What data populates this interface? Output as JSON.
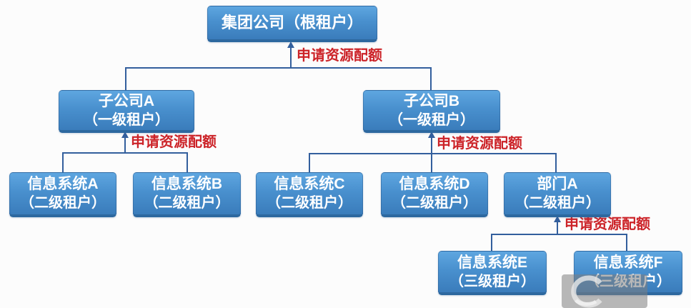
{
  "diagram": {
    "nodes": [
      {
        "id": "root",
        "line1": "集团公司（根租户）",
        "line2": ""
      },
      {
        "id": "subA",
        "line1": "子公司A",
        "line2": "（一级租户）"
      },
      {
        "id": "subB",
        "line1": "子公司B",
        "line2": "（一级租户）"
      },
      {
        "id": "sysA",
        "line1": "信息系统A",
        "line2": "（二级租户）"
      },
      {
        "id": "sysB",
        "line1": "信息系统B",
        "line2": "（二级租户）"
      },
      {
        "id": "sysC",
        "line1": "信息系统C",
        "line2": "（二级租户）"
      },
      {
        "id": "sysD",
        "line1": "信息系统D",
        "line2": "（二级租户）"
      },
      {
        "id": "deptA",
        "line1": "部门A",
        "line2": "（二级租户）"
      },
      {
        "id": "sysE",
        "line1": "信息系统E",
        "line2": "（三级租户）"
      },
      {
        "id": "sysF",
        "line1": "信息系统F",
        "line2": "（三级租户）"
      }
    ],
    "quota_labels": [
      "申请资源配额",
      "申请资源配额",
      "申请资源配额",
      "申请资源配额"
    ],
    "colors": {
      "box_blue": "#4990ce",
      "line_blue": "#335f9d",
      "label_red": "#cc2328",
      "box_text": "#ffffff"
    }
  }
}
